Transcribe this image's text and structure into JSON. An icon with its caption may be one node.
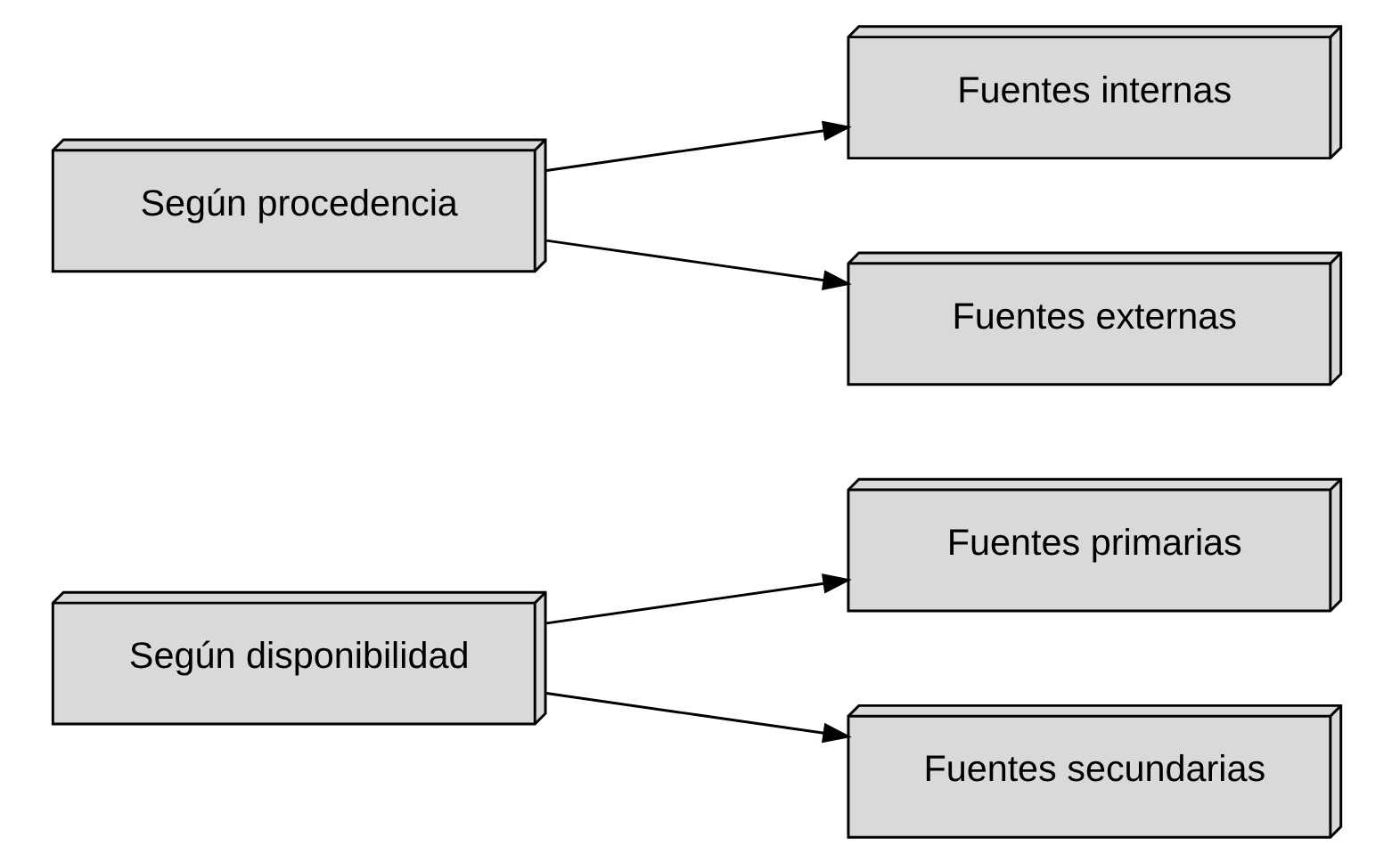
{
  "diagram": {
    "nodes": [
      {
        "text": [
          "Según disponibilidad"
        ]
      },
      {
        "text": [
          "Fuentes primarias"
        ]
      },
      {
        "text": [
          "Fuentes secundarias"
        ]
      },
      {
        "text": [
          "Según procedencia"
        ]
      },
      {
        "text": [
          "Fuentes internas"
        ]
      },
      {
        "text": [
          "Fuentes externas"
        ]
      }
    ],
    "edges": [
      {
        "from": 0,
        "to": 1,
        "arrow": "to"
      },
      {
        "from": 0,
        "to": 2,
        "arrow": "to"
      },
      {
        "from": 3,
        "to": 4,
        "arrow": "to"
      },
      {
        "from": 3,
        "to": 5,
        "arrow": "to"
      }
    ]
  }
}
